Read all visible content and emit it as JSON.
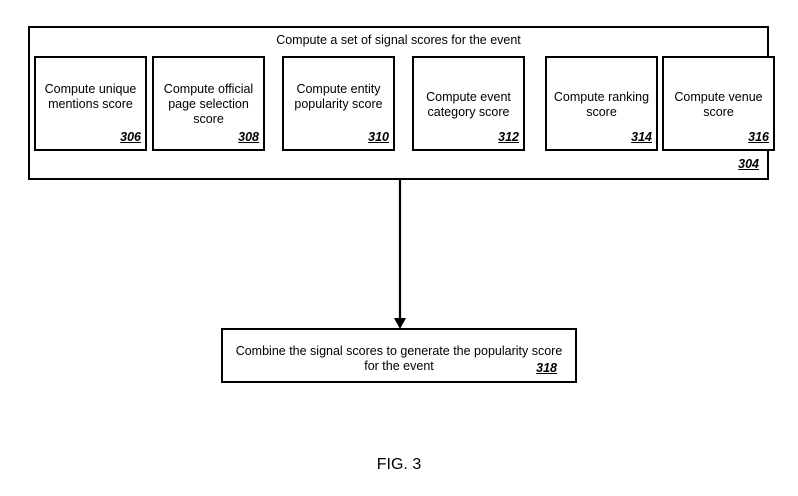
{
  "outer": {
    "title": "Compute a set of signal scores for the event",
    "ref": "304"
  },
  "steps": [
    {
      "label": "Compute unique mentions score",
      "ref": "306"
    },
    {
      "label": "Compute official page selection score",
      "ref": "308"
    },
    {
      "label": "Compute entity popularity score",
      "ref": "310"
    },
    {
      "label": "Compute event category score",
      "ref": "312"
    },
    {
      "label": "Compute ranking score",
      "ref": "314"
    },
    {
      "label": "Compute venue score",
      "ref": "316"
    }
  ],
  "combine": {
    "label": "Combine the signal scores to generate the popularity score for the event",
    "ref": "318"
  },
  "figure": {
    "caption": "FIG. 3"
  },
  "colors": {
    "stroke": "#000000",
    "background": "#ffffff"
  }
}
